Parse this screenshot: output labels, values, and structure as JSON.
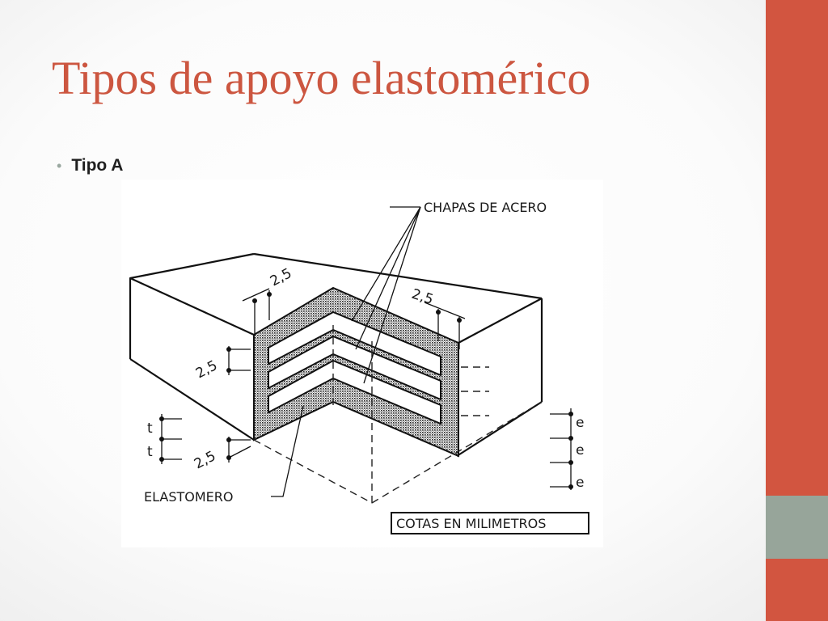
{
  "slide": {
    "title": "Tipos de apoyo elastomérico",
    "bullet": "Tipo A"
  },
  "diagram": {
    "label_steel_plates": "CHAPAS DE ACERO",
    "label_elastomer": "ELASTOMERO",
    "label_units": "COTAS EN MILIMETROS",
    "dim_left_top": "2,5",
    "dim_right_top": "2,5",
    "dim_left_side": "2,5",
    "dim_left_bottom": "2,5",
    "dim_t1": "t",
    "dim_t2": "t",
    "dim_e1": "e",
    "dim_e2": "e",
    "dim_e3": "e"
  },
  "colors": {
    "accent": "#cc5640",
    "sidebar_top": "#d25540",
    "sidebar_middle": "#97a59a",
    "sidebar_bottom": "#d25540"
  }
}
